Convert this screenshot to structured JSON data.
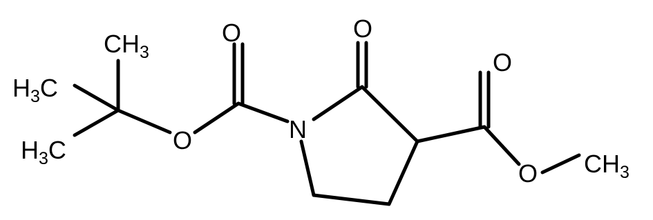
{
  "molecule": {
    "atoms": {
      "methyl_top": {
        "main": "CH",
        "sub": "3"
      },
      "methyl_upper_left": {
        "main": "H",
        "sub": "3",
        "tail": "C"
      },
      "methyl_lower_left": {
        "main": "H",
        "sub": "3",
        "tail": "C"
      },
      "ester_oxygen_boc": {
        "main": "O"
      },
      "carbonyl_oxygen_boc": {
        "main": "O"
      },
      "ring_nitrogen": {
        "main": "N"
      },
      "lactam_oxygen": {
        "main": "O"
      },
      "carbonyl_oxygen_ester": {
        "main": "O"
      },
      "ester_oxygen_methyl": {
        "main": "O"
      },
      "methyl_ester": {
        "main": "CH",
        "sub": "3"
      }
    }
  }
}
